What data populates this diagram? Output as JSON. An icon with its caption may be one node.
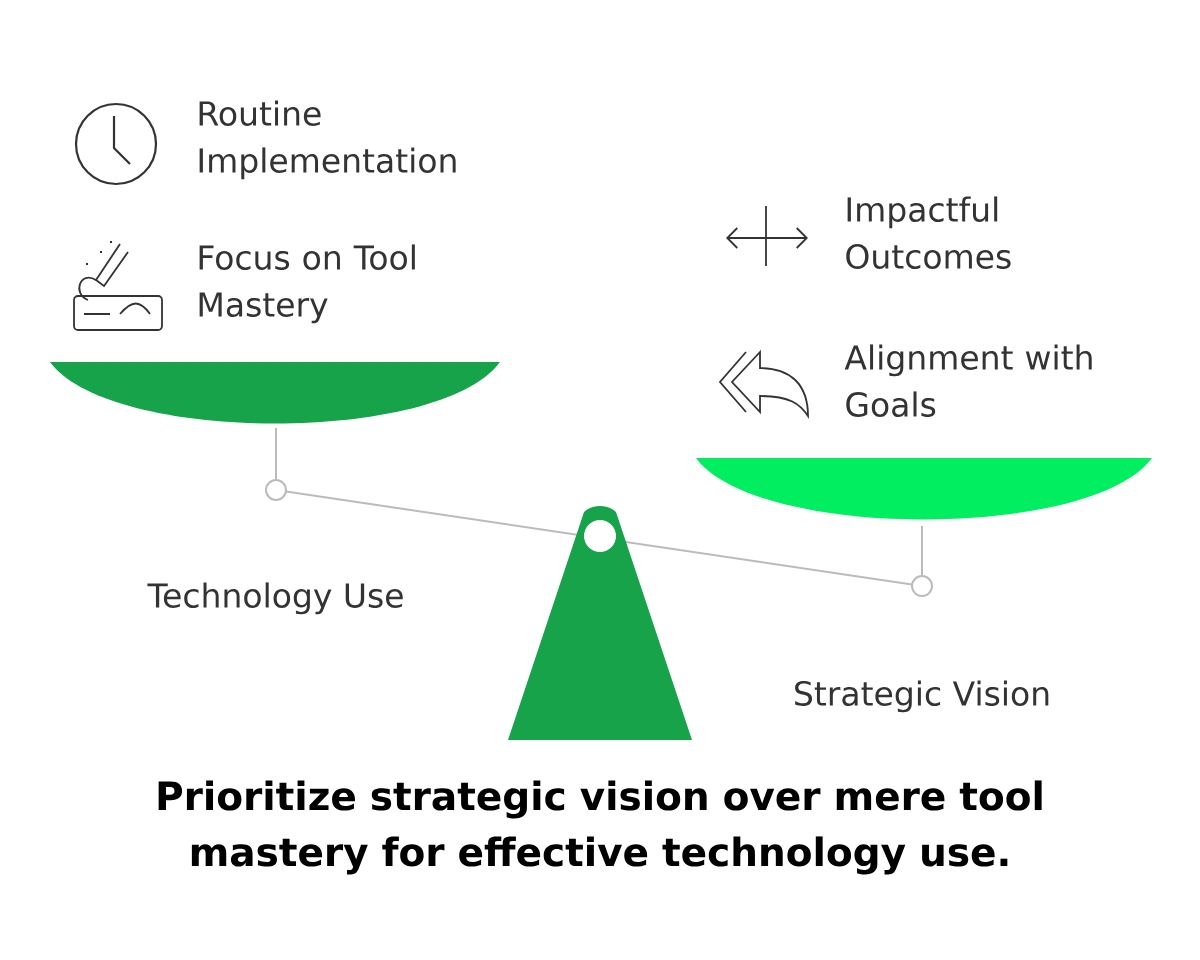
{
  "diagram": {
    "caption": "Prioritize strategic vision over mere tool mastery for effective technology use.",
    "labels": [
      "Routine Implementation",
      "Focus on Tool Mastery",
      "Impactful Outcomes",
      "Alignment with Goals",
      "Technology Use",
      "Strategic Vision"
    ]
  }
}
